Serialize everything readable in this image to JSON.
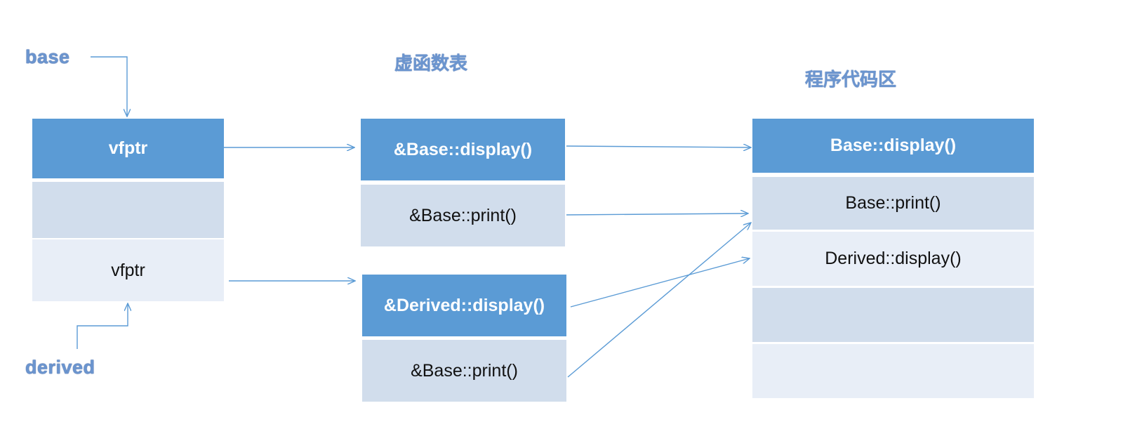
{
  "labels": {
    "base": "base",
    "derived": "derived"
  },
  "titles": {
    "vtable": "虚函数表",
    "code_area": "程序代码区"
  },
  "objects": {
    "base_vfptr": "vfptr",
    "base_empty": "",
    "derived_vfptr": "vfptr"
  },
  "base_vtable": {
    "slot1": "&Base::display()",
    "slot2": "&Base::print()"
  },
  "derived_vtable": {
    "slot1": "&Derived::display()",
    "slot2": "&Base::print()"
  },
  "code": {
    "row1": "Base::display()",
    "row2": "Base::print()",
    "row3": "Derived::display()",
    "row4": "",
    "row5": ""
  },
  "colors": {
    "dark": "#5b9bd5",
    "mid": "#d1ddec",
    "light": "#e8eef7",
    "arrow": "#5b9bd5",
    "label": "#6b95cf"
  }
}
